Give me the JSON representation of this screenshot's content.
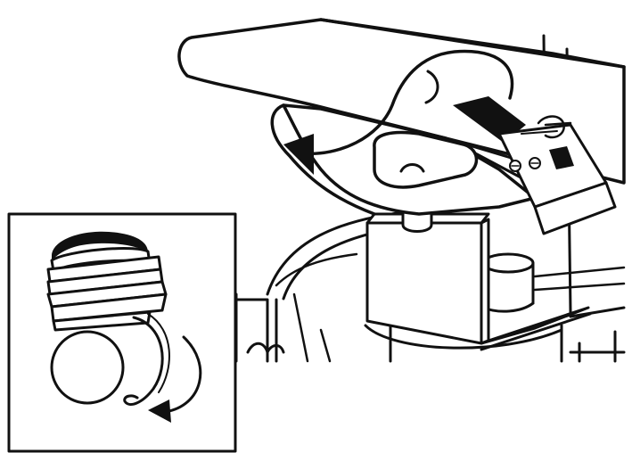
{
  "illustration": {
    "main_view": "appliance-mixer-head-and-bowl",
    "inset_view": "threaded-attachment-with-rotation-arrow",
    "icons": [
      "rotate-counterclockwise-arrow",
      "rotate-clockwise-arrow",
      "locking-lever-icon"
    ],
    "colors": {
      "line": "#111111",
      "background": "#ffffff"
    }
  }
}
